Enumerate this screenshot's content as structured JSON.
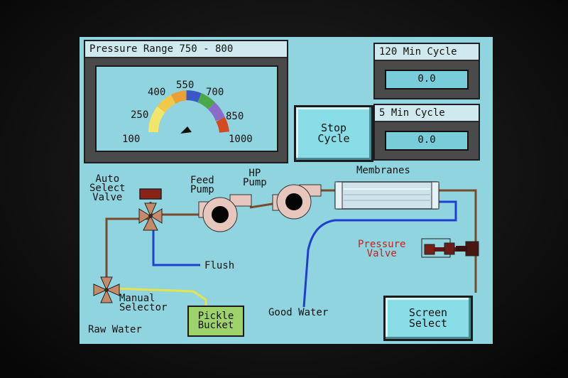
{
  "pressure": {
    "title": "Pressure Range  750 - 800",
    "ticks": [
      "100",
      "250",
      "400",
      "550",
      "700",
      "850",
      "1000"
    ]
  },
  "cycle_120": {
    "title": "120 Min Cycle",
    "value": "0.0"
  },
  "cycle_5": {
    "title": "5 Min Cycle",
    "value": "0.0"
  },
  "stop_button": {
    "line1": "Stop",
    "line2": "Cycle"
  },
  "screen_select": {
    "line1": "Screen",
    "line2": "Select"
  },
  "diagram": {
    "auto_valve": [
      "Auto",
      "Select",
      "Valve"
    ],
    "feed_pump": [
      "Feed",
      "Pump"
    ],
    "hp_pump": [
      "HP",
      "Pump"
    ],
    "membranes": "Membranes",
    "pressure_valve": [
      "Pressure",
      "Valve"
    ],
    "flush": "Flush",
    "manual_selector": [
      "Manual",
      "Selector"
    ],
    "raw_water": "Raw Water",
    "pickle_bucket": [
      "Pickle",
      "Bucket"
    ],
    "good_water": "Good Water"
  },
  "colors": {
    "screen_bg": "#8fd4de",
    "pipe": "#7a4a2a",
    "good_water": "#1f3fd0",
    "pickle_line": "#e6e24a",
    "pressure_label": "#c8201a"
  }
}
